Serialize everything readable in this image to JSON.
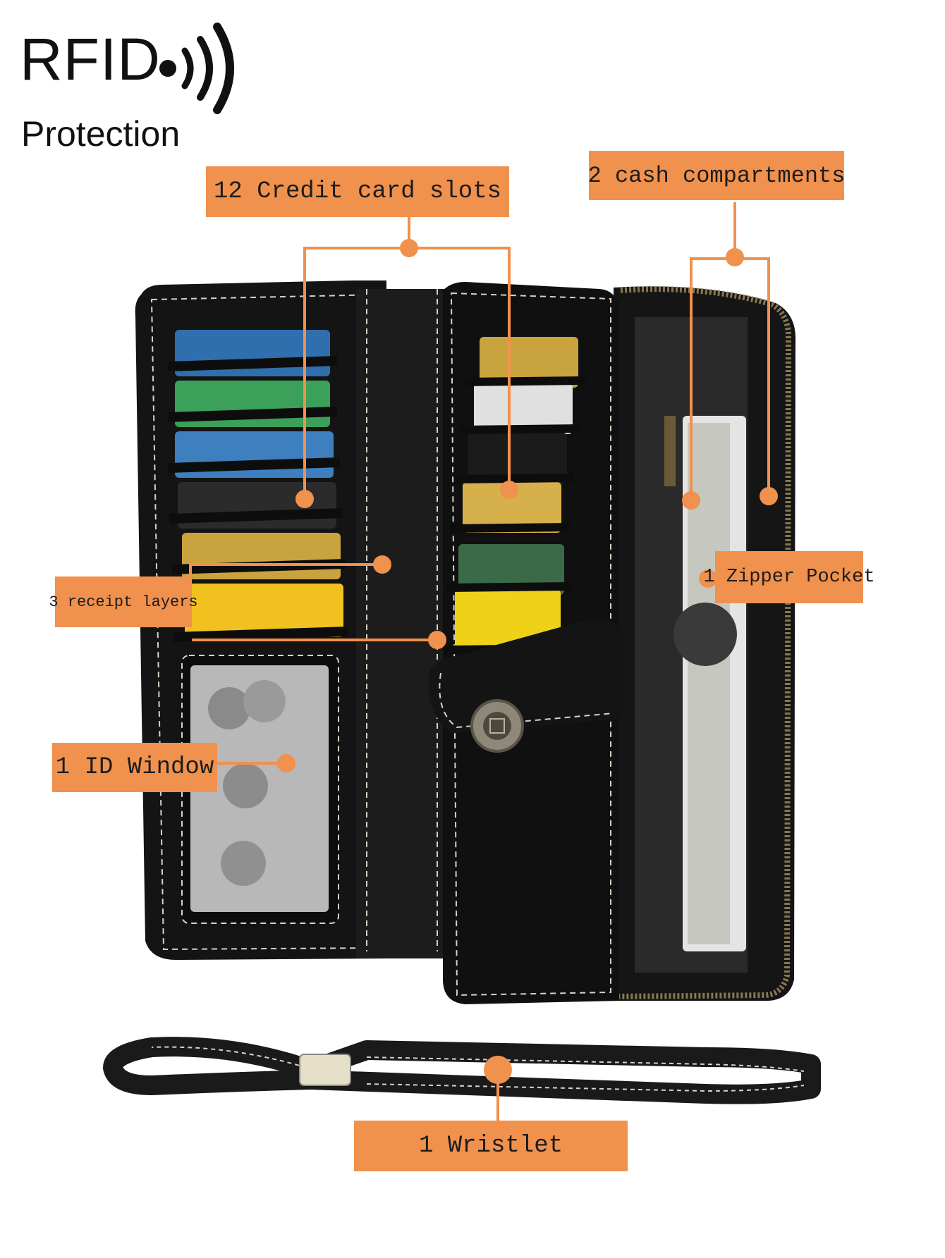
{
  "rfid": {
    "title": "RFID",
    "subtitle": "Protection"
  },
  "callouts": {
    "credit_card_slots": "12 Credit card slots",
    "cash_compartments": "2 cash compartments",
    "receipt_layers": "3 receipt layers",
    "zipper_pocket": "1 Zipper Pocket",
    "id_window": "1 ID Window",
    "wristlet": "1 Wristlet"
  },
  "colors": {
    "callout": "#f0914d",
    "leather": "#121212",
    "stitch": "#d8d2c4"
  },
  "icons": [
    "rfid-signal-icon"
  ]
}
